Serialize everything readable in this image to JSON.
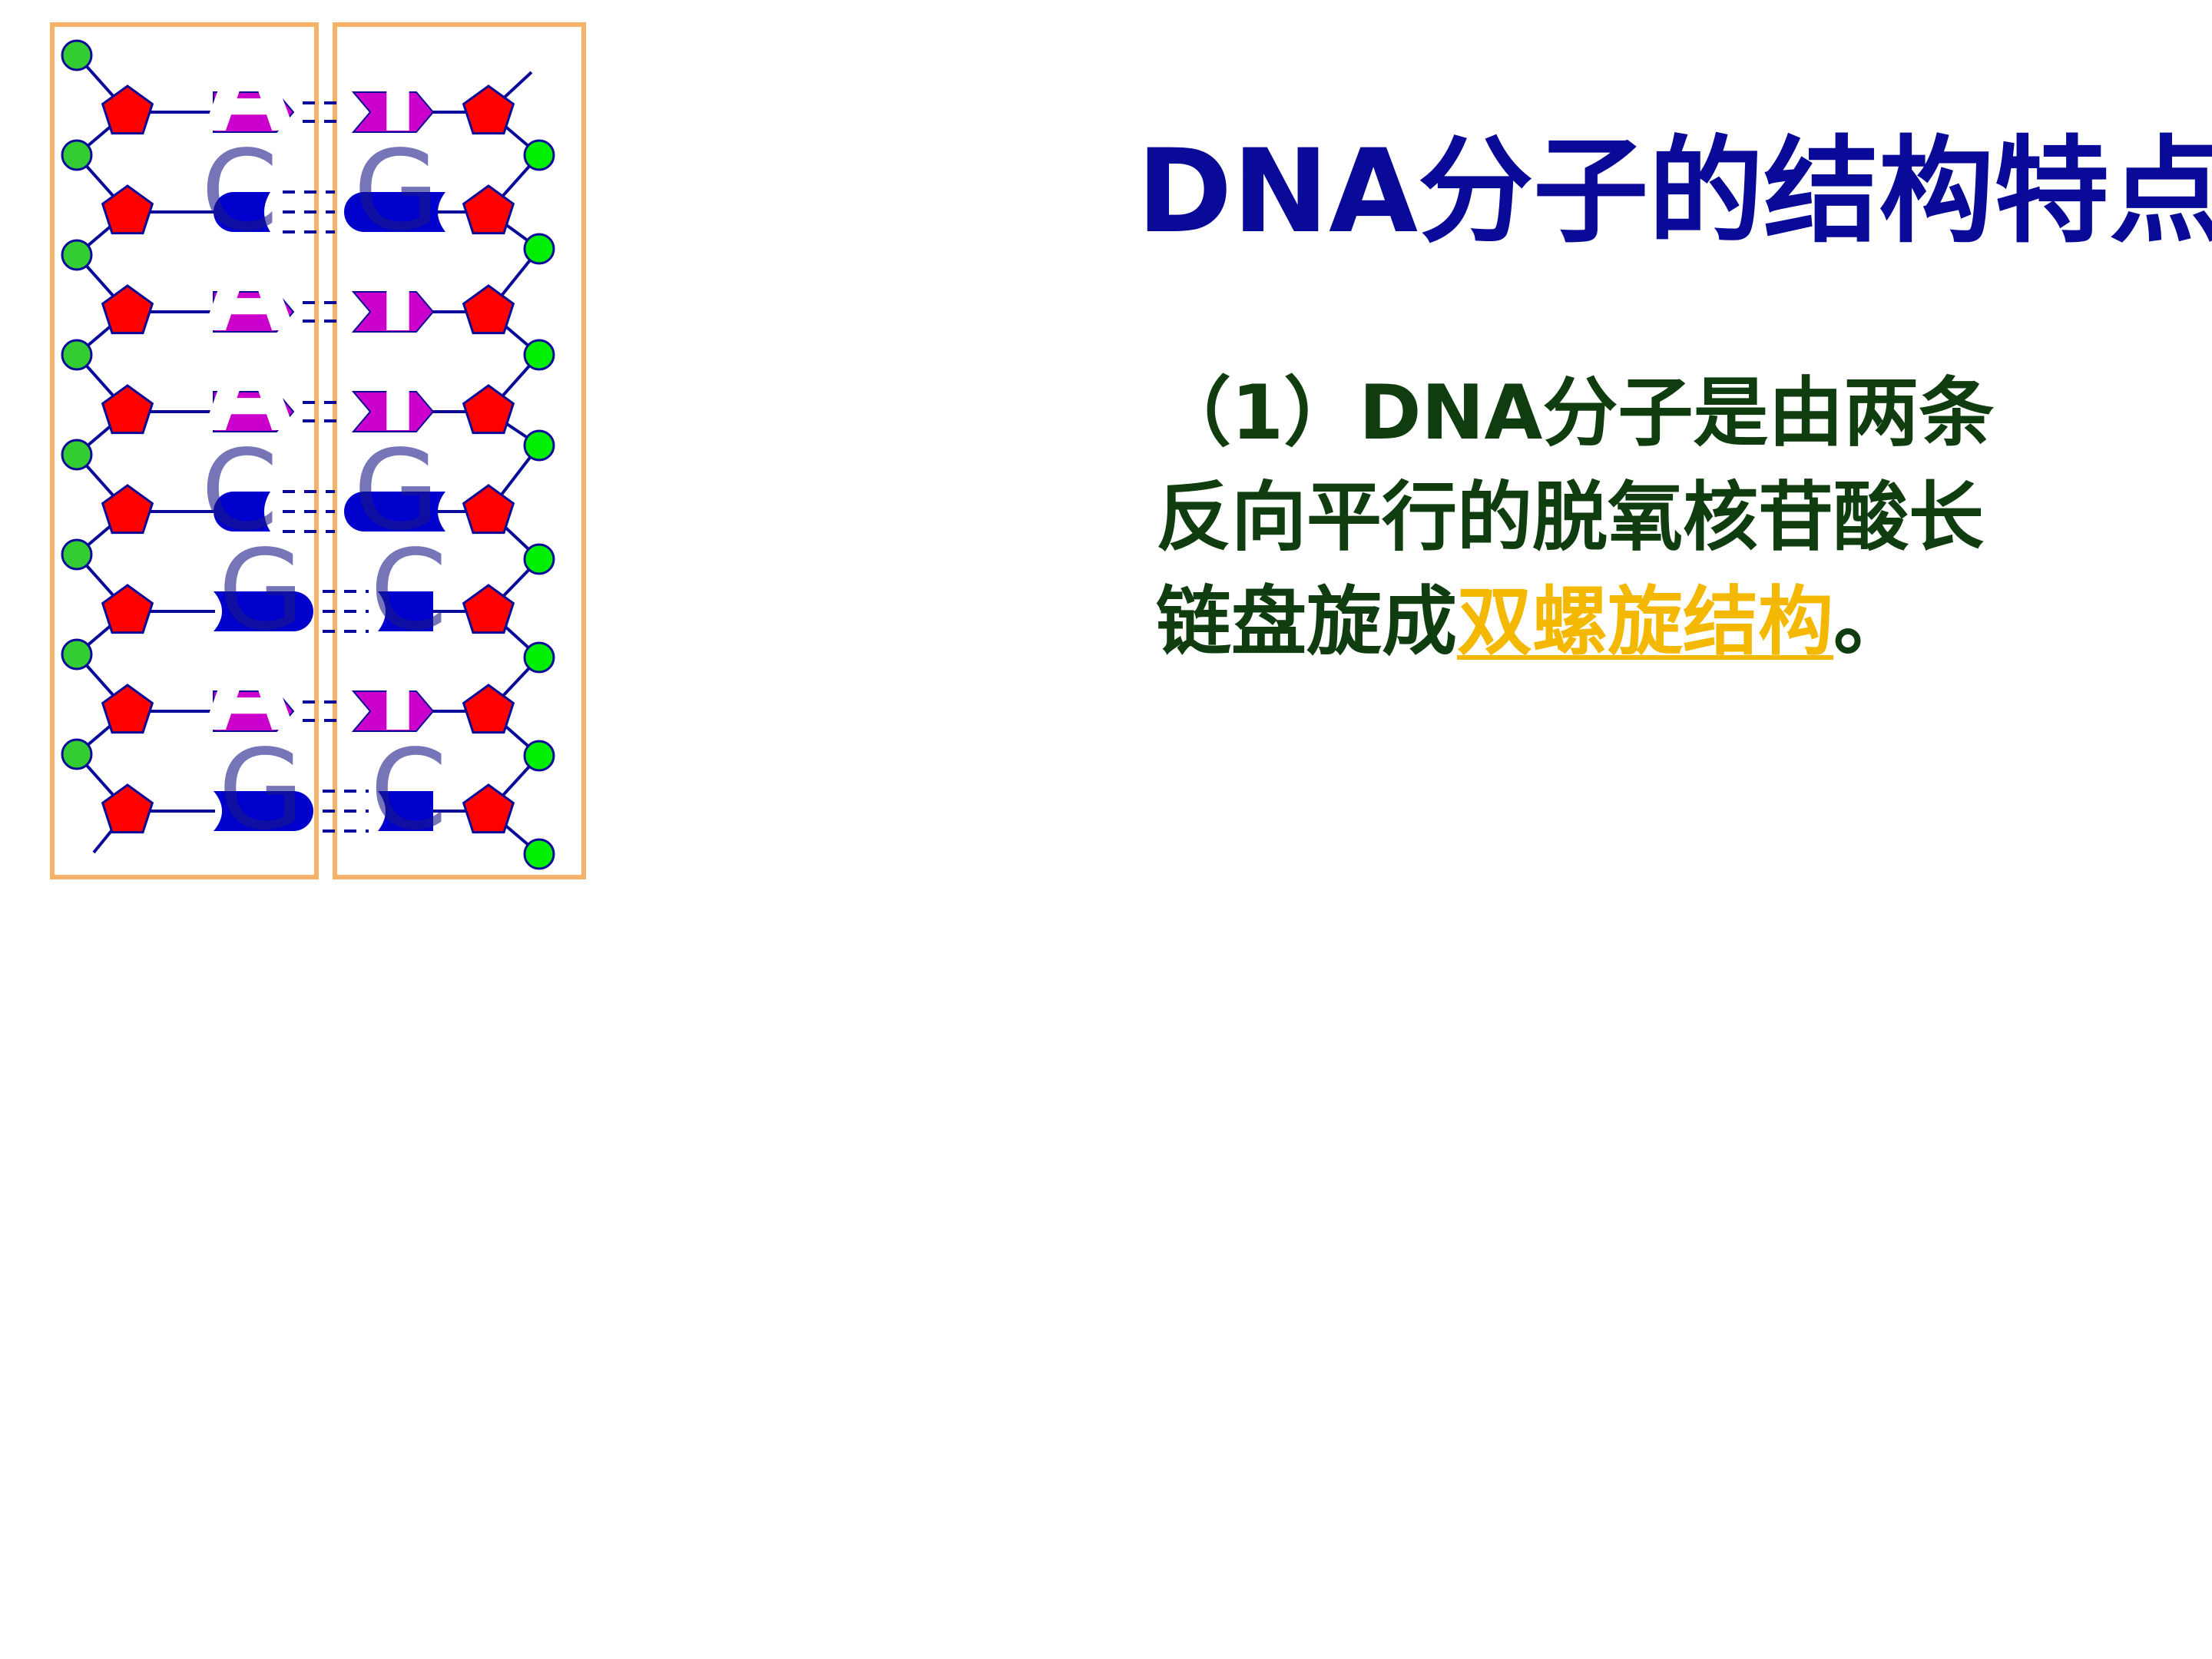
{
  "title": "DNA分子的结构特点",
  "paragraph": {
    "line1": "（1）DNA分子是由两条",
    "line2": "反向平行的脱氧核苷酸长",
    "line3_pre": "链盘旋成",
    "line3_highlight": "双螺旋结构",
    "line3_post": "。"
  },
  "base_pairs": [
    {
      "left": "A",
      "right": "T"
    },
    {
      "left": "C",
      "right": "G"
    },
    {
      "left": "A",
      "right": "T"
    },
    {
      "left": "A",
      "right": "T"
    },
    {
      "left": "C",
      "right": "G"
    },
    {
      "left": "G",
      "right": "C"
    },
    {
      "left": "A",
      "right": "T"
    },
    {
      "left": "G",
      "right": "C"
    }
  ],
  "colors": {
    "frame": "#f7b26a",
    "backbone": "#0a0a99",
    "phosphate_left": "#33cc33",
    "phosphate_right": "#00ee00",
    "sugar": "#ff0000",
    "adenine_thymine": "#cc00cc",
    "cytosine_guanine": "#0000cc",
    "title": "#0a0a99",
    "text": "#0f3d0f",
    "highlight": "#f5b800"
  }
}
